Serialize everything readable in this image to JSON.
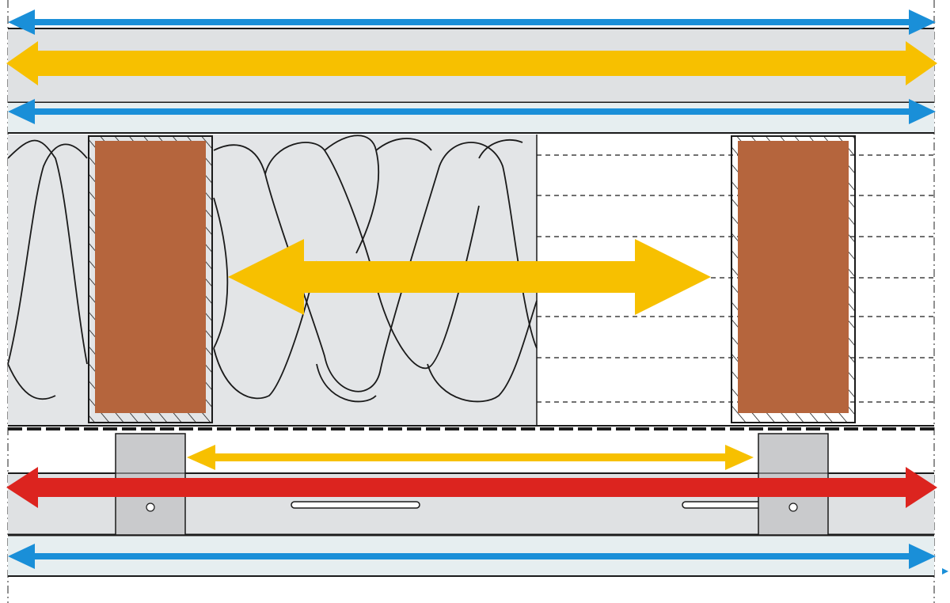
{
  "diagram": {
    "colors": {
      "blue_arrow": "#1a8fd8",
      "yellow_arrow": "#f7c000",
      "red_arrow": "#dc241f",
      "board_fill": "#dfe1e3",
      "board_light": "#e6eef0",
      "stud_fill": "#b5653d",
      "insulation_fill": "#e3e5e7",
      "bracket_fill": "#c9cacc",
      "line": "#1a1a1a"
    },
    "layers": [
      "blue-arrow-top",
      "upper-board",
      "yellow-arrow-upper",
      "blue-arrow-middle",
      "insulation-zone",
      "timber-stud-left",
      "timber-stud-right",
      "yellow-arrow-center",
      "membrane",
      "yellow-arrow-small",
      "red-arrow",
      "metal-bracket-left",
      "metal-bracket-right",
      "lower-board",
      "blue-arrow-bottom"
    ]
  }
}
